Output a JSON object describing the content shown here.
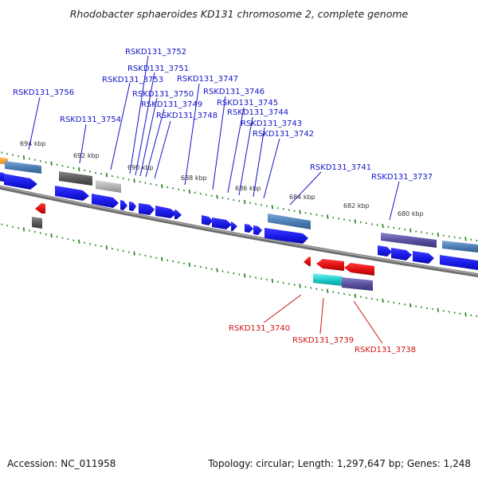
{
  "title": "Rhodobacter sphaeroides KD131 chromosome 2, complete genome",
  "footer": {
    "accession": "Accession: NC_011958",
    "summary": "Topology: circular; Length: 1,297,647 bp; Genes: 1,248"
  },
  "scale_labels": [
    "694 kbp",
    "692 kbp",
    "690 kbp",
    "688 kbp",
    "686 kbp",
    "684 kbp",
    "682 kbp",
    "680 kbp"
  ],
  "gene_labels_forward": [
    "RSKD131_3752",
    "RSKD131_3751",
    "RSKD131_3753",
    "RSKD131_3747",
    "RSKD131_3750",
    "RSKD131_3746",
    "RSKD131_3756",
    "RSKD131_3749",
    "RSKD131_3745",
    "RSKD131_3748",
    "RSKD131_3744",
    "RSKD131_3754",
    "RSKD131_3743",
    "RSKD131_3742",
    "RSKD131_3741",
    "RSKD131_3737"
  ],
  "gene_labels_reverse": [
    "RSKD131_3740",
    "RSKD131_3739",
    "RSKD131_3738"
  ],
  "colors": {
    "label_forward": "#1515c8",
    "label_reverse": "#cc1414",
    "cds": "#1a1ae6",
    "reverse_cds": "#e01010",
    "backbone": "#7d7d7d",
    "tick": "#2a8a2a"
  }
}
